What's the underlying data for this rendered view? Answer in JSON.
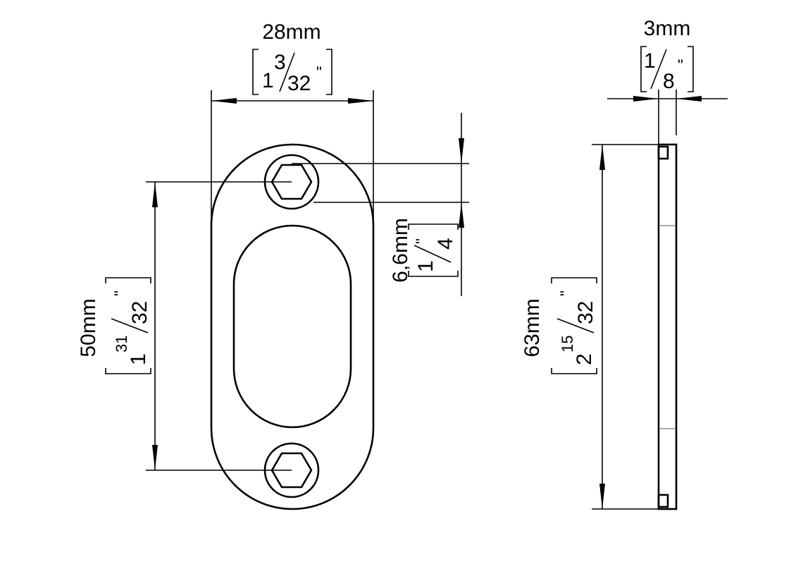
{
  "front_view": {
    "width_dim": {
      "metric": "28mm",
      "whole": "1",
      "num": "3",
      "den": "32",
      "unit": "\""
    },
    "hole_spacing_dim": {
      "metric": "50mm",
      "whole": "1",
      "num": "31",
      "den": "32",
      "unit": "\""
    },
    "hole_diameter_dim": {
      "metric": "6,6mm",
      "num": "1",
      "den": "4",
      "unit": "\""
    }
  },
  "side_view": {
    "thickness_dim": {
      "metric": "3mm",
      "num": "1",
      "den": "8",
      "unit": "\""
    },
    "length_dim": {
      "metric": "63mm",
      "whole": "2",
      "num": "15",
      "den": "32",
      "unit": "\""
    }
  },
  "colors": {
    "line": "#000000",
    "hidden_mark": "#aaaaaa",
    "background": "#ffffff"
  }
}
